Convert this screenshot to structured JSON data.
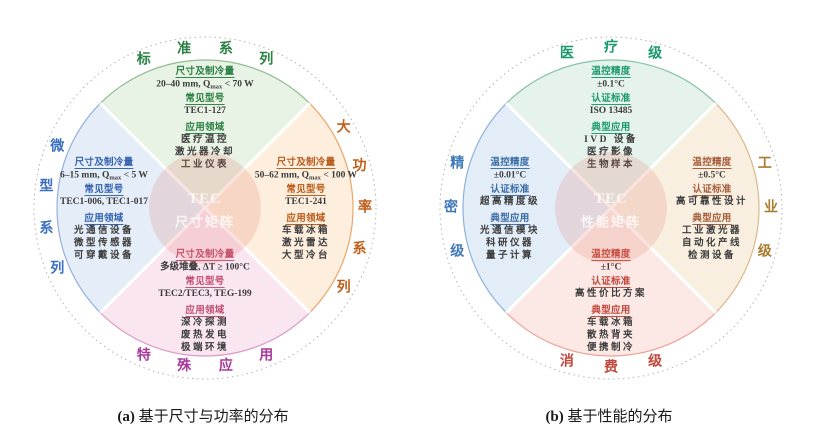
{
  "captions": {
    "a_tag": "(a)",
    "a_text": "基于尺寸与功率的分布",
    "b_tag": "(b)",
    "b_text": "基于性能的分布"
  },
  "misc": {
    "dash_color": "#b3b3b3",
    "value_color": "#3d3d3d",
    "divider_color": "#ffffff"
  },
  "a": {
    "center": {
      "line1": "TEC",
      "line2": "尺寸矩阵",
      "fill": "#e0695a"
    },
    "top": {
      "ring": [
        "标",
        "准",
        "系",
        "列"
      ],
      "fill": "#e8f2e5",
      "stroke": "#8fbe8f",
      "label": "#2b8043",
      "head": "#2b8043",
      "h1": "尺寸及制冷量",
      "v1pre": "20–40 mm, Q",
      "v1sub": "max",
      "v1post": " < 70 W",
      "h2": "常见型号",
      "v2": "TEC1-127",
      "h3": "应用领域",
      "apps": [
        "医疗温控",
        "激光器冷却",
        "工业仪表"
      ]
    },
    "left": {
      "ring": [
        "微",
        "型",
        "系",
        "列"
      ],
      "fill": "#e5edf9",
      "stroke": "#93b1dd",
      "label": "#3a6fc0",
      "head": "#3362b0",
      "h1": "尺寸及制冷量",
      "v1pre": "6–15 mm, Q",
      "v1sub": "max",
      "v1post": " < 5 W",
      "h2": "常见型号",
      "v2": "TEC1-006, TEC1-017",
      "h3": "应用领域",
      "apps": [
        "光通信设备",
        "微型传感器",
        "可穿戴设备"
      ]
    },
    "right": {
      "ring": [
        "大",
        "功",
        "率",
        "系",
        "列"
      ],
      "fill": "#fdeede",
      "stroke": "#eaa76a",
      "label": "#c05f1a",
      "head": "#bb5a18",
      "h1": "尺寸及制冷量",
      "v1pre": "50–62 mm, Q",
      "v1sub": "max",
      "v1post": " < 100 W",
      "h2": "常见型号",
      "v2": "TEC1-241",
      "h3": "应用领域",
      "apps": [
        "车载冰箱",
        "激光雷达",
        "大型冷台"
      ]
    },
    "bottom": {
      "ring": [
        "特",
        "殊",
        "应",
        "用"
      ],
      "fill": "#fae6f1",
      "stroke": "#dc9cc6",
      "label": "#a8399b",
      "head": "#c14f72",
      "h1": "尺寸及制冷量",
      "v1": "多级堆叠, ΔT ≥ 100°C",
      "h2": "常见型号",
      "v2": "TEC2/TEC3, TEG-199",
      "h3": "应用领域",
      "apps": [
        "深冷探测",
        "废热发电",
        "极端环境"
      ]
    }
  },
  "b": {
    "center": {
      "line1": "TEC",
      "line2": "性能矩阵",
      "fill": "#e0695a"
    },
    "top": {
      "ring": [
        "医",
        "疗",
        "级"
      ],
      "fill": "#e6f2ec",
      "stroke": "#85c4a8",
      "label": "#1a9a6c",
      "head": "#1a9a6c",
      "h1": "温控精度",
      "v1": "±0.1°C",
      "h2": "认证标准",
      "v2": "ISO 13485",
      "h3": "典型应用",
      "apps": [
        "IVD 设备",
        "医疗影像",
        "生物样本"
      ]
    },
    "left": {
      "ring": [
        "精",
        "密",
        "级"
      ],
      "fill": "#e3edf8",
      "stroke": "#8db3da",
      "label": "#4079b8",
      "head": "#3a6ca6",
      "h1": "温控精度",
      "v1": "±0.01°C",
      "h2": "认证标准",
      "v2": "超高精度级",
      "h3": "典型应用",
      "apps": [
        "光通信模块",
        "科研仪器",
        "量子计算"
      ]
    },
    "right": {
      "ring": [
        "工",
        "业",
        "级"
      ],
      "fill": "#f8efe1",
      "stroke": "#dcb88c",
      "label": "#a97c30",
      "head": "#a55c39",
      "h1": "温控精度",
      "v1": "±0.5°C",
      "h2": "认证标准",
      "v2": "高可靠性设计",
      "h3": "典型应用",
      "apps": [
        "工业激光器",
        "自动化产线",
        "检测设备"
      ]
    },
    "bottom": {
      "ring": [
        "消",
        "费",
        "级"
      ],
      "fill": "#fce9e6",
      "stroke": "#eda397",
      "label": "#c2473c",
      "head": "#c2473c",
      "h1": "温控精度",
      "v1": "±1°C",
      "h2": "认证标准",
      "v2": "高性价比方案",
      "h3": "典型应用",
      "apps": [
        "车载冰箱",
        "散热背夹",
        "便携制冷"
      ]
    }
  }
}
